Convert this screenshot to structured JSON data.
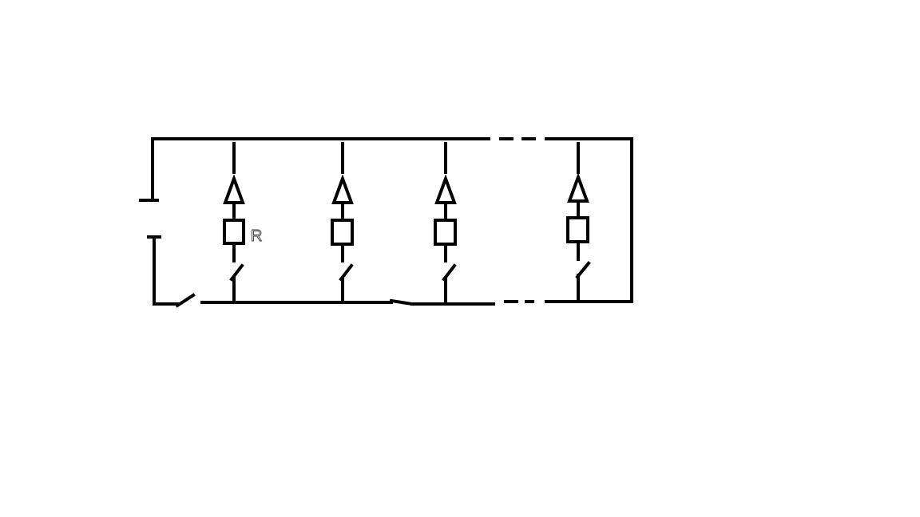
{
  "diagram": {
    "type": "circuit",
    "background_color": "#ffffff",
    "line_color": "#000000",
    "resistor_label": "R",
    "branches": [
      {
        "components": [
          "diode-icon",
          "resistor-icon",
          "switch-icon"
        ]
      },
      {
        "components": [
          "diode-icon",
          "resistor-icon",
          "switch-icon"
        ]
      },
      {
        "components": [
          "diode-icon",
          "resistor-icon",
          "switch-icon"
        ]
      },
      {
        "components": [
          "diode-icon",
          "resistor-icon",
          "switch-icon"
        ]
      }
    ],
    "source": "battery-icon",
    "main_switch": "switch-icon",
    "continuation": "dashed-ellipsis"
  }
}
